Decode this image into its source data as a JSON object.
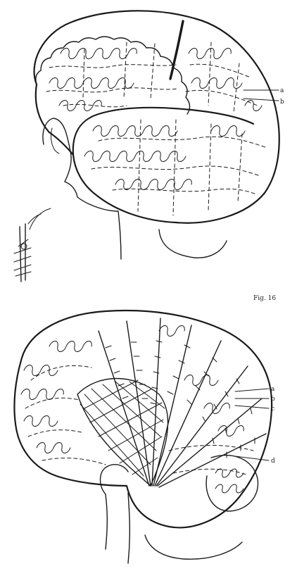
{
  "figure_caption": "Fig. 16",
  "upper_figure": {
    "labels": [
      "a",
      "b"
    ]
  },
  "lower_figure": {
    "labels": [
      "a",
      "b",
      "c",
      "d"
    ]
  }
}
